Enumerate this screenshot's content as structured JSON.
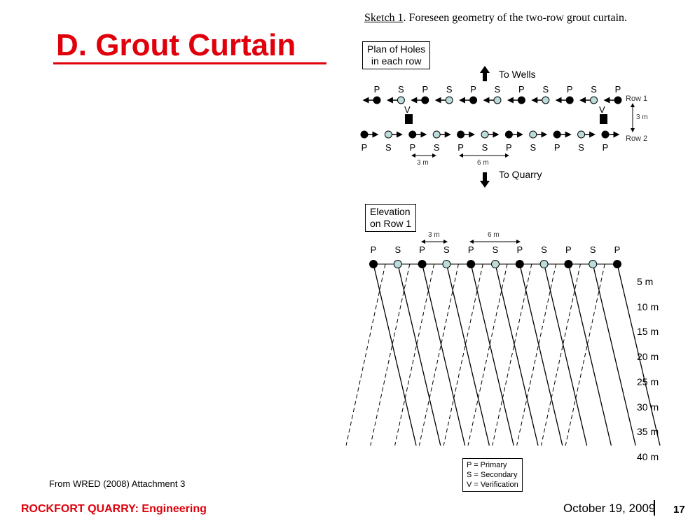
{
  "title": "D. Grout Curtain",
  "sketch": {
    "label": "Sketch 1",
    "caption": ".  Foreseen geometry of the two-row grout curtain."
  },
  "plan": {
    "box_line1": "Plan of Holes",
    "box_line2": "in each row",
    "to_wells": "To Wells",
    "to_quarry": "To Quarry",
    "row1": "Row 1",
    "row2": "Row 2",
    "row_spacing": "3 m",
    "dim_short": "3 m",
    "dim_long": "6 m",
    "verification": "V",
    "holes": [
      "P",
      "S",
      "P",
      "S",
      "P",
      "S",
      "P",
      "S",
      "P",
      "S",
      "P"
    ]
  },
  "elevation": {
    "box_line1": "Elevation",
    "box_line2": "on Row 1",
    "dim_short": "3 m",
    "dim_long": "6 m",
    "holes": [
      "P",
      "S",
      "P",
      "S",
      "P",
      "S",
      "P",
      "S",
      "P",
      "S",
      "P"
    ],
    "depths": [
      "5 m",
      "10 m",
      "15 m",
      "20 m",
      "25 m",
      "30 m",
      "35 m",
      "40 m"
    ]
  },
  "legend": [
    "P = Primary",
    "S = Secondary",
    "V = Verification"
  ],
  "colors": {
    "primary": "#000000",
    "secondary": "#bcdcdc",
    "accent": "#e0000b"
  },
  "source": "From WRED (2008) Attachment 3",
  "footer": {
    "left": "ROCKFORT QUARRY: Engineering",
    "date": "October 19, 2009",
    "page": "17"
  }
}
